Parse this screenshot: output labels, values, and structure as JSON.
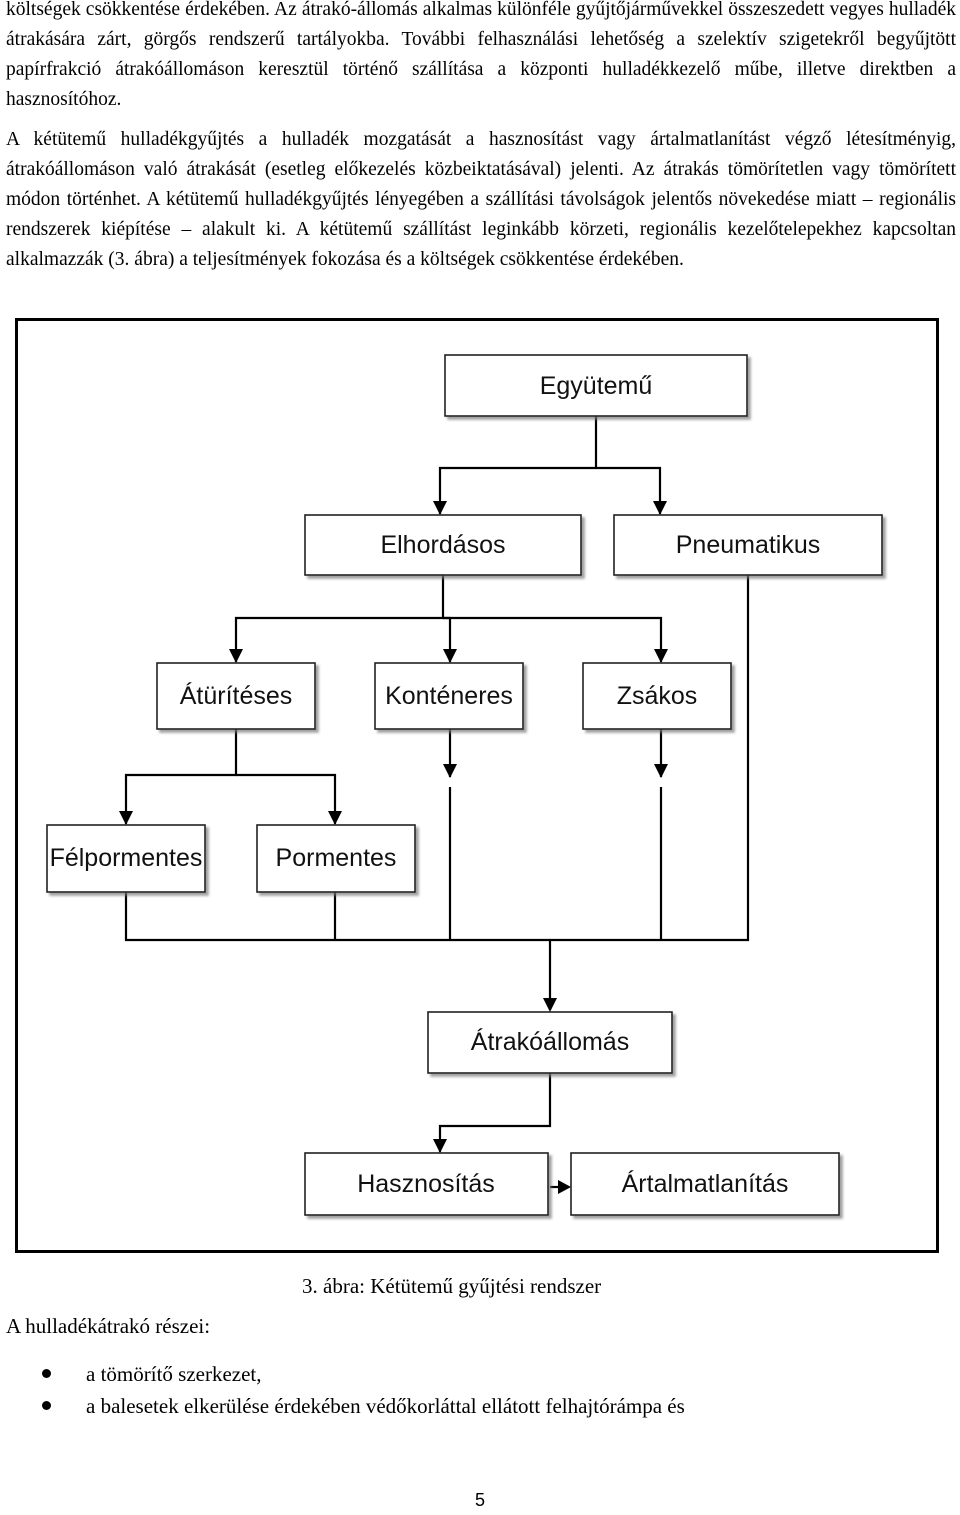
{
  "text": {
    "p1": "költségek csökkentése érdekében. Az átrakó-állomás alkalmas különféle gyűjtőjárművekkel összeszedett vegyes hulladék átrakására zárt, görgős rendszerű tartályokba. További felhasználási lehetőség a szelektív szigetekről begyűjtött papírfrakció átrakóállomáson keresztül történő szállítása a központi hulladékkezelő műbe, illetve direktben a hasznosítóhoz.",
    "p2": "A kétütemű hulladékgyűjtés a hulladék mozgatását a hasznosítást vagy ártalmatlanítást végző létesítményig, átrakóállomáson való átrakását (esetleg előkezelés közbeiktatásával) jelenti. Az átrakás tömörítetlen vagy tömörített módon történhet. A kétütemű hulladékgyűjtés lényegében a szállítási távolságok jelentős növekedése miatt – regionális rendszerek kiépítése – alakult ki. A kétütemű szállítást leginkább körzeti, regionális kezelőtelepekhez kapcsoltan alkalmazzák (3. ábra) a teljesítmények fokozása és a költségek csökkentése érdekében."
  },
  "diagram": {
    "nodes": {
      "egyutemu": "Együtemű",
      "elhordasos": "Elhordásos",
      "pneumatikus": "Pneumatikus",
      "aturiteses": "Átürítéses",
      "konteneres": "Konténeres",
      "zsakos": "Zsákos",
      "felpormentes": "Félpormentes",
      "pormentes": "Pormentes",
      "atrakoallomas": "Átrakóállomás",
      "hasznositas": "Hasznosítás",
      "artalmatlanitas": "Ártalmatlanítás"
    }
  },
  "caption": "3. ábra: Kétütemű gyűjtési rendszer",
  "parts_heading": "A hulladékátrakó részei:",
  "bullets": [
    "a tömörítő szerkezet,",
    "a balesetek elkerülése érdekében védőkorláttal ellátott felhajtórámpa és"
  ],
  "page_number": "5"
}
